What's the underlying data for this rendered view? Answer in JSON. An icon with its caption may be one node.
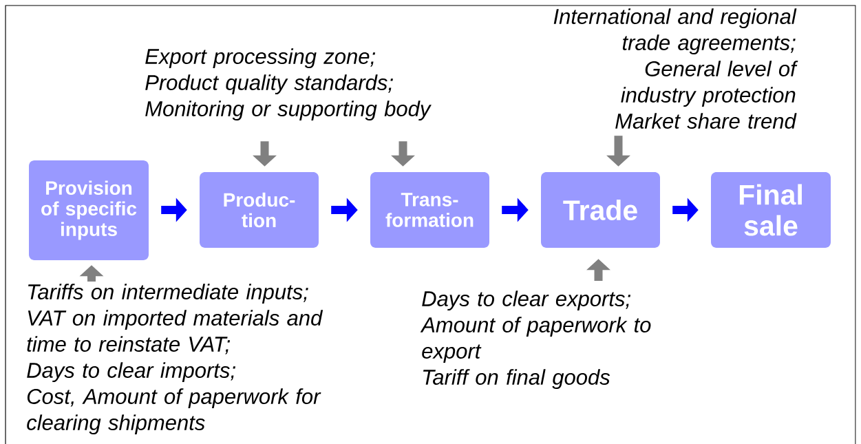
{
  "diagram": {
    "nodes": [
      {
        "text": [
          "Provision of specific inputs"
        ]
      },
      {
        "text": [
          "Produc- tion"
        ]
      },
      {
        "text": [
          "Trans- formation"
        ]
      },
      {
        "text": [
          "Trade"
        ]
      },
      {
        "text": [
          "Final sale"
        ]
      },
      {
        "text": [
          "Export processing zone;",
          "Product quality standards;",
          "Monitoring or supporting body"
        ]
      },
      {
        "text": [
          "International and regional trade agreements;",
          "General level of industry protection",
          "Market share trend"
        ]
      },
      {
        "text": [
          "Tariffs on intermediate inputs;",
          "VAT on imported materials and time to reinstate VAT;",
          "Days to clear imports;",
          "Cost, Amount of paperwork for clearing shipments"
        ]
      },
      {
        "text": [
          "Days to clear exports;",
          "Amount of paperwork to export",
          "Tariff on final goods"
        ]
      }
    ],
    "edges": [
      {
        "from": 0,
        "to": 1,
        "arrow": "to",
        "color": "#0000ff"
      },
      {
        "from": 1,
        "to": 2,
        "arrow": "to",
        "color": "#0000ff"
      },
      {
        "from": 2,
        "to": 3,
        "arrow": "to",
        "color": "#0000ff"
      },
      {
        "from": 3,
        "to": 4,
        "arrow": "to",
        "color": "#0000ff"
      },
      {
        "from": 5,
        "to": 1,
        "arrow": "to",
        "color": "#808080"
      },
      {
        "from": 5,
        "to": 2,
        "arrow": "to",
        "color": "#808080"
      },
      {
        "from": 6,
        "to": 3,
        "arrow": "to",
        "color": "#808080"
      },
      {
        "from": 7,
        "to": 0,
        "arrow": "to",
        "color": "#808080"
      },
      {
        "from": 8,
        "to": 3,
        "arrow": "to",
        "color": "#808080"
      }
    ]
  }
}
